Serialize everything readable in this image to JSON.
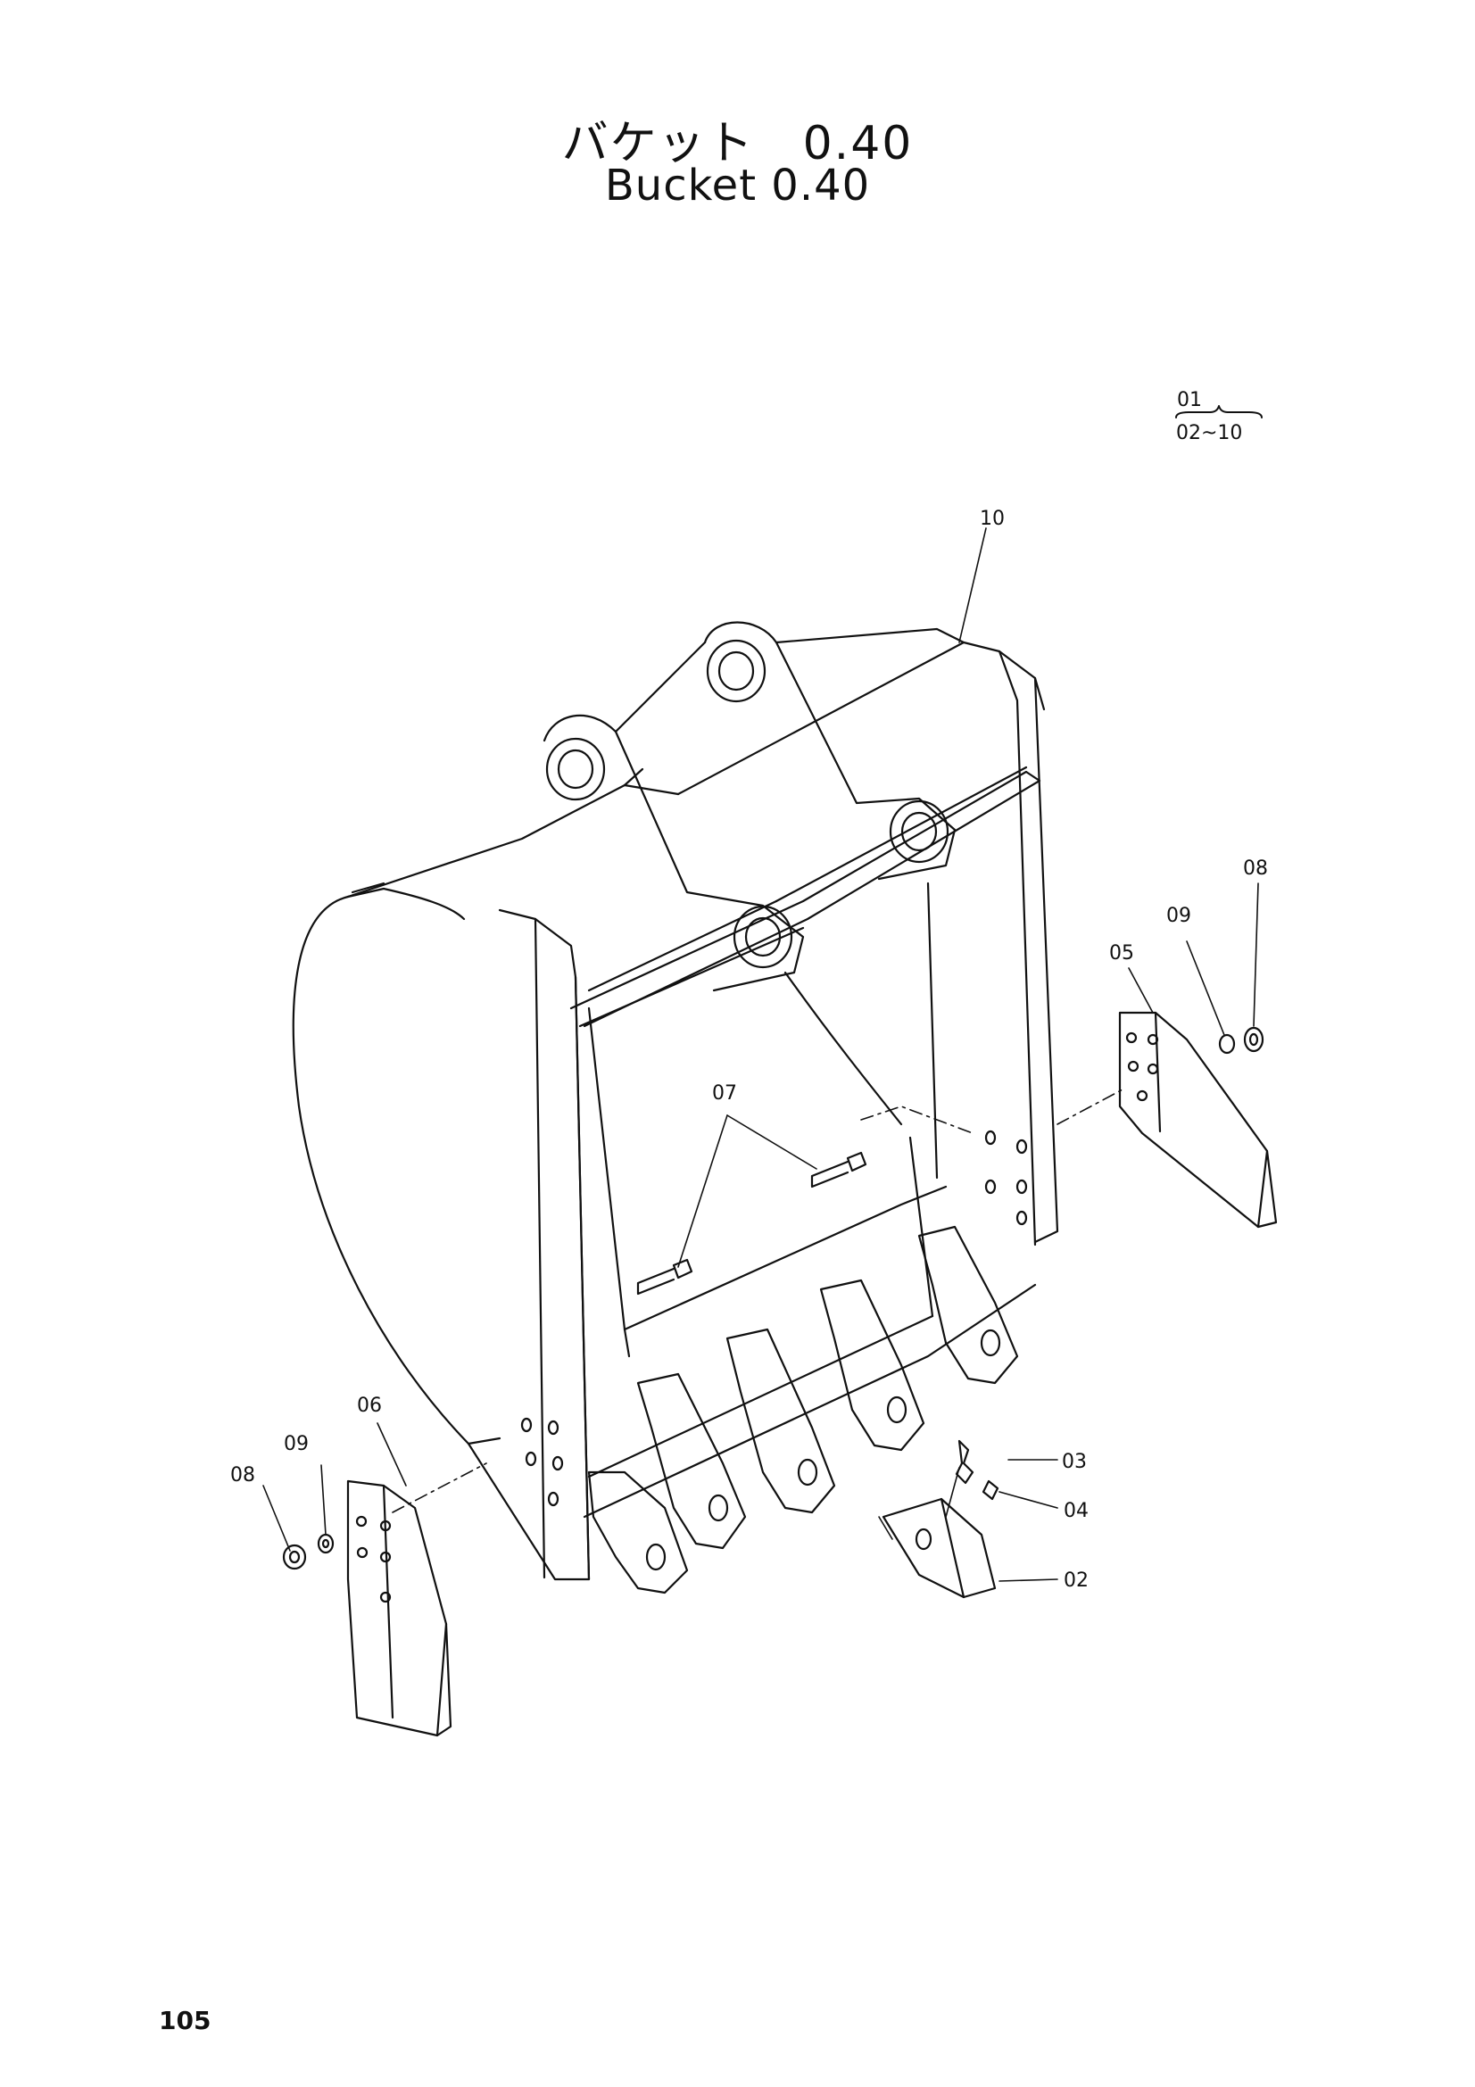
{
  "title": {
    "jp": "バケット　0.40",
    "en": "Bucket  0.40"
  },
  "assembly_note": {
    "top": "01",
    "bottom": "02~10"
  },
  "callouts": {
    "c10": "10",
    "c08r": "08",
    "c09r": "09",
    "c05": "05",
    "c07": "07",
    "c06": "06",
    "c09l": "09",
    "c08l": "08",
    "c03": "03",
    "c04": "04",
    "c02": "02"
  },
  "page_number": "105"
}
